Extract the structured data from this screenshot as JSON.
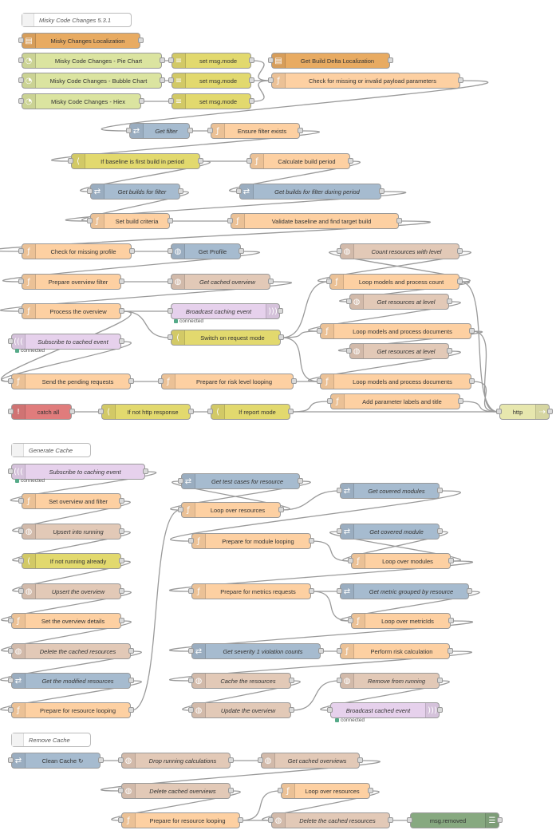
{
  "colors": {
    "function": "#fdd0a2",
    "change": "#e2d96e",
    "subflow": "#dbe4a0",
    "blue": "#a6bbcf",
    "mongo": "#e2c9b7",
    "purple": "#e6d1ec",
    "yellow": "#e2d96e",
    "orange": "#e8ab62",
    "green": "#87a980",
    "red": "#e07c7c",
    "http": "#e7e7ae",
    "wire": "#9a9a9a"
  },
  "flow": {
    "group1": "Misky Code Changes 5.3.1",
    "group2": "Generate Cache",
    "group3": "Remove Cache",
    "connected": "connected",
    "nodes": {
      "localization": "Misky Changes Localization",
      "pie": "Misky Code Changes - Pie Chart",
      "bubble": "Misky Code Changes - Bubble Chart",
      "hiex": "Misky Code Changes - Hiex",
      "setmode1": "set msg.mode",
      "setmode2": "set msg.mode",
      "setmode3": "set msg.mode",
      "builddelta": "Get Build Delta Localization",
      "checkpayload": "Check for missing or invalid payload parameters",
      "getfilter": "Get filter",
      "ensurefilter": "Ensure filter exists",
      "baseline": "If baseline is first build in period",
      "calcbuild": "Calculate build period",
      "getbuilds": "Get builds for filter",
      "getbuildsperiod": "Get builds for filter during period",
      "setbuildcrit": "Set build criteria",
      "validatebaseline": "Validate baseline and find target build",
      "checkprofile": "Check for missing profile",
      "getprofile": "Get Profile",
      "prepareoverview": "Prepare overview filter",
      "getcached": "Get cached overview",
      "processoverview": "Process the overview",
      "broadcastcaching": "Broadcast caching event",
      "subscribecached": "Subscribe to cached event",
      "switchrequest": "Switch on request mode",
      "countresources": "Count resources with level",
      "loopcount": "Loop models and process count",
      "getreslevel1": "Get resources at level",
      "loopdocs1": "Loop models and process documents",
      "getreslevel2": "Get resources at level",
      "loopdocs2": "Loop models and process documents",
      "sendpending": "Send the pending requests",
      "prepareriskloop": "Prepare for risk level looping",
      "addparam": "Add parameter labels and title",
      "catchall": "catch all",
      "ifnothttp": "If not http response",
      "ifreport": "If report mode",
      "http": "http",
      "subscribecaching": "Subscribe to caching event",
      "setoverviewfilter": "Set overview and filter",
      "upsertrunning": "Upsert into running",
      "ifnotrunning": "If not running already",
      "upsertoverview": "Upsert the overview",
      "setoverviewdetails": "Set the overview details",
      "deletecachedres": "Delete the cached resources",
      "getmodified": "Get the modified resources",
      "prepareresloop": "Prepare for resource looping",
      "gettestcases": "Get test cases for resource",
      "loopoverres": "Loop over resources",
      "getcoveredmodules": "Get covered modules",
      "preparemoduleloop": "Prepare for module looping",
      "getcoveredmodule": "Get covered module",
      "loopmodules": "Loop over modules",
      "preparemetrics": "Prepare for metrics requests",
      "getmetricgrouped": "Get metric grouped by resource",
      "loopmetrics": "Loop over metricIds",
      "getseverity": "Get severity 1 violation counts",
      "performrisk": "Perform risk calculation",
      "cacheresources": "Cache the resources",
      "removerunning": "Remove from running",
      "updateoverview": "Update the overview",
      "broadcastcached": "Broadcast cached event",
      "cleancache": "Clean Cache ↻",
      "droprunning": "Drop running calculations",
      "getcachedoverviews": "Get cached overviews",
      "deletecachedoverviews": "Delete cached overviews",
      "loopoverres2": "Loop over resources",
      "prepareresloop2": "Prepare for resource looping",
      "deletecachedres2": "Delete the cached resources",
      "msgremoved": "msg.removed"
    }
  }
}
